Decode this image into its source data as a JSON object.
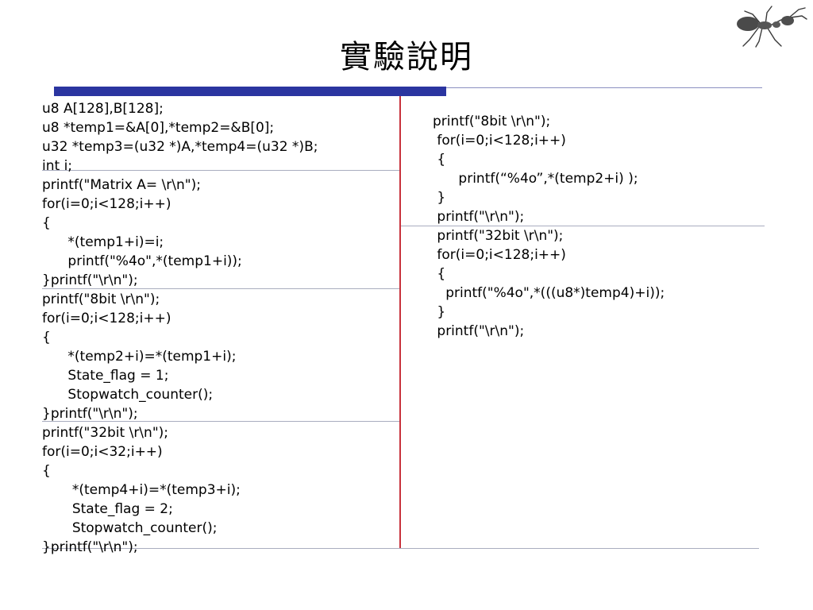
{
  "slide": {
    "title": "實驗說明"
  },
  "left_code": [
    "u8 A[128],B[128];",
    "u8 *temp1=&A[0],*temp2=&B[0];",
    "u32 *temp3=(u32 *)A,*temp4=(u32 *)B;",
    "int i;",
    "printf(\"Matrix A= \\r\\n\");",
    "for(i=0;i<128;i++)",
    "{",
    "      *(temp1+i)=i;",
    "      printf(\"%4o\",*(temp1+i));",
    "}printf(\"\\r\\n\");",
    "printf(\"8bit \\r\\n\");",
    "for(i=0;i<128;i++)",
    "{",
    "      *(temp2+i)=*(temp1+i);",
    "      State_flag = 1;",
    "      Stopwatch_counter();",
    "}printf(\"\\r\\n\");",
    "printf(\"32bit \\r\\n\");",
    "for(i=0;i<32;i++)",
    "{",
    "       *(temp4+i)=*(temp3+i);",
    "       State_flag = 2;",
    "       Stopwatch_counter();",
    "}printf(\"\\r\\n\");"
  ],
  "right_code": [
    "printf(\"8bit \\r\\n\");",
    " for(i=0;i<128;i++)",
    " {",
    "      printf(“%4o”,*(temp2+i) );",
    " }",
    " printf(\"\\r\\n\");",
    " printf(\"32bit \\r\\n\");",
    " for(i=0;i<128;i++)",
    " {",
    "   printf(\"%4o\",*(((u8*)temp4)+i));",
    " }",
    " printf(\"\\r\\n\");"
  ],
  "colors": {
    "title_bar": "#2b35a0",
    "divider_vertical": "#c8323c",
    "divider_horizontal": "#a9adbf"
  },
  "icons": {
    "logo": "ant-icon"
  }
}
